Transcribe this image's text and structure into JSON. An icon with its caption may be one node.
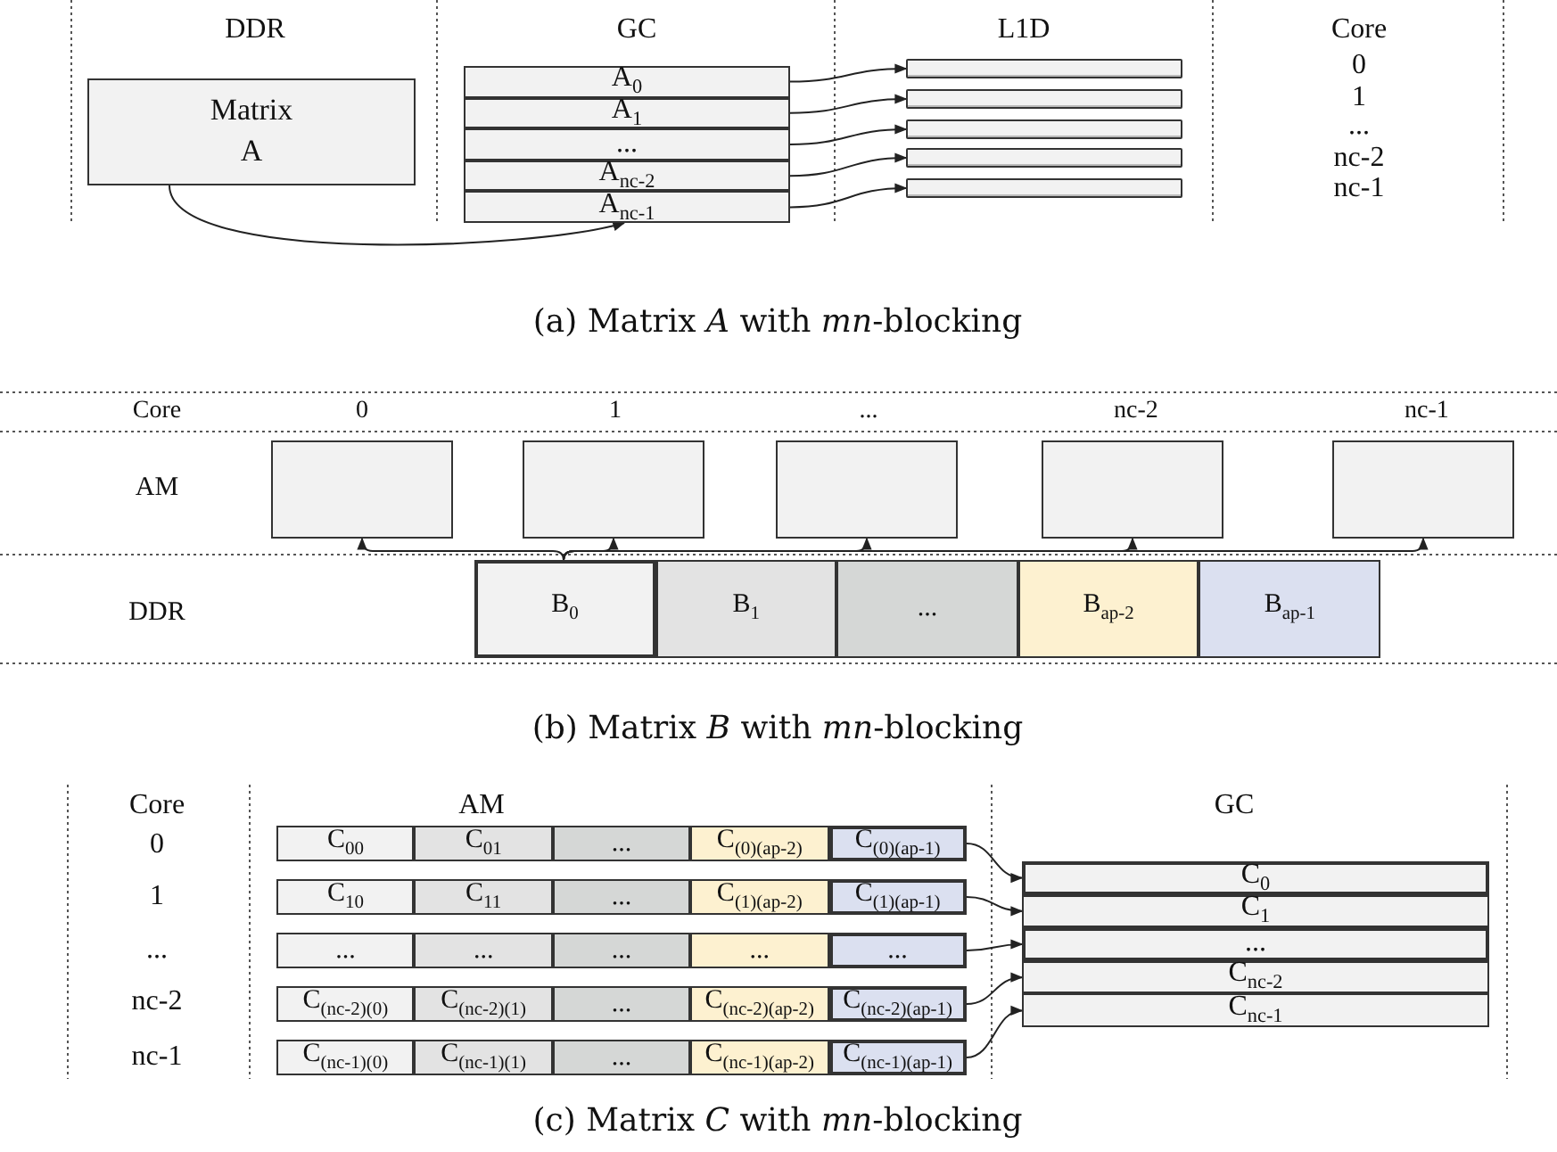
{
  "diagram": {
    "nodes": [
      {
        "text": [
          "Matrix A"
        ]
      },
      {
        "text": [
          "A$_{0}$"
        ]
      },
      {
        "text": [
          "A$_{1}$"
        ]
      },
      {
        "text": [
          "..."
        ]
      },
      {
        "text": [
          "A$_{nc-2}$"
        ]
      },
      {
        "text": [
          "A$_{nc-1}$"
        ]
      },
      {
        "text": [],
        "shape": "bar"
      },
      {
        "text": [],
        "shape": "bar"
      },
      {
        "text": [],
        "shape": "bar"
      },
      {
        "text": [],
        "shape": "bar"
      },
      {
        "text": [],
        "shape": "bar"
      },
      {
        "text": [],
        "shape": "box"
      },
      {
        "text": [],
        "shape": "box"
      },
      {
        "text": [],
        "shape": "box"
      },
      {
        "text": [],
        "shape": "box"
      },
      {
        "text": [],
        "shape": "box"
      },
      {
        "text": [
          "B$_{0}$"
        ]
      },
      {
        "text": [
          "B$_{1}$"
        ]
      },
      {
        "text": [
          "..."
        ]
      },
      {
        "text": [
          "B$_{ap-2}$"
        ]
      },
      {
        "text": [
          "B$_{ap-1}$"
        ]
      },
      {
        "text": [
          "C$_{00}$"
        ]
      },
      {
        "text": [
          "C$_{01}$"
        ]
      },
      {
        "text": [
          "..."
        ]
      },
      {
        "text": [
          "C$_{(0)(ap-2)}$"
        ]
      },
      {
        "text": [
          "C$_{(0)(ap-1)}$"
        ]
      },
      {
        "text": [
          "C$_{10}$"
        ]
      },
      {
        "text": [
          "C$_{11}$"
        ]
      },
      {
        "text": [
          "..."
        ]
      },
      {
        "text": [
          "C$_{(1)(ap-2)}$"
        ]
      },
      {
        "text": [
          "C$_{(1)(ap-1)}$"
        ]
      },
      {
        "text": [
          "..."
        ]
      },
      {
        "text": [
          "..."
        ]
      },
      {
        "text": [
          "..."
        ]
      },
      {
        "text": [
          "..."
        ]
      },
      {
        "text": [
          "..."
        ]
      },
      {
        "text": [
          "C$_{(nc-2)(0)}$"
        ]
      },
      {
        "text": [
          "C$_{(nc-2)(1)}$"
        ]
      },
      {
        "text": [
          "..."
        ]
      },
      {
        "text": [
          "C$_{(nc-2)(ap-2)}$"
        ]
      },
      {
        "text": [
          "C$_{(nc-2)(ap-1)}$"
        ]
      },
      {
        "text": [
          "C$_{(nc-1)(0)}$"
        ]
      },
      {
        "text": [
          "C$_{(nc-1)(1)}$"
        ]
      },
      {
        "text": [
          "..."
        ]
      },
      {
        "text": [
          "C$_{(nc-1)(ap-2)}$"
        ]
      },
      {
        "text": [
          "C$_{(nc-1)(ap-1)}$"
        ]
      },
      {
        "text": [
          "C$_{0}$"
        ]
      },
      {
        "text": [
          "C$_{1}$"
        ]
      },
      {
        "text": [
          "..."
        ]
      },
      {
        "text": [
          "C$_{nc-2}$"
        ]
      },
      {
        "text": [
          "C$_{nc-1}$"
        ]
      }
    ],
    "edges": [
      {
        "from": 0,
        "to": 5,
        "arrow": "to"
      },
      {
        "from": 1,
        "to": 6,
        "arrow": "to"
      },
      {
        "from": 2,
        "to": 7,
        "arrow": "to"
      },
      {
        "from": 3,
        "to": 8,
        "arrow": "to"
      },
      {
        "from": 4,
        "to": 9,
        "arrow": "to"
      },
      {
        "from": 5,
        "to": 10,
        "arrow": "to"
      },
      {
        "from": 16,
        "to": 11,
        "arrow": "to"
      },
      {
        "from": 16,
        "to": 12,
        "arrow": "to"
      },
      {
        "from": 16,
        "to": 13,
        "arrow": "to"
      },
      {
        "from": 16,
        "to": 14,
        "arrow": "to"
      },
      {
        "from": 16,
        "to": 15,
        "arrow": "to"
      },
      {
        "from": 25,
        "to": 46,
        "arrow": "to"
      },
      {
        "from": 30,
        "to": 47,
        "arrow": "to"
      },
      {
        "from": 35,
        "to": 48,
        "arrow": "to"
      },
      {
        "from": 40,
        "to": 49,
        "arrow": "to"
      },
      {
        "from": 45,
        "to": 50,
        "arrow": "to"
      }
    ],
    "labels": [
      "DDR",
      "GC",
      "L1D",
      "Core",
      "0",
      "1",
      "...",
      "nc-2",
      "nc-1",
      "(a) Matrix *A* with *mn*-blocking",
      "Core",
      "0",
      "1",
      "...",
      "nc-2",
      "nc-1",
      "AM",
      "DDR",
      "(b) Matrix *B* with *mn*-blocking",
      "Core",
      "AM",
      "GC",
      "0",
      "1",
      "...",
      "nc-2",
      "nc-1",
      "(c) Matrix *C* with *mn*-blocking"
    ]
  }
}
